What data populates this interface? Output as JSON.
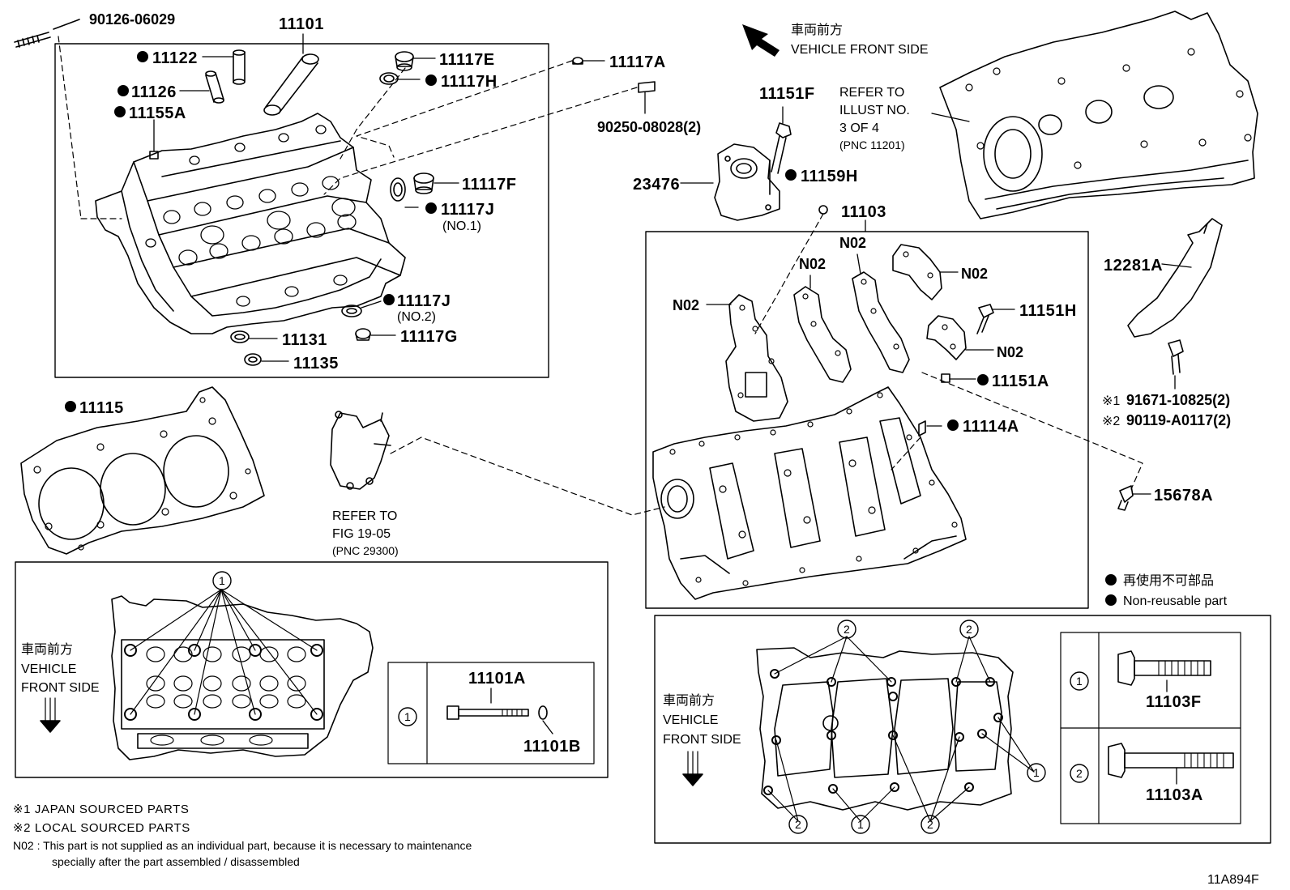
{
  "figure_id": "11A894F",
  "front_side": {
    "jp": "車両前方",
    "en": "VEHICLE FRONT SIDE",
    "en_line1": "VEHICLE",
    "en_line2": "FRONT SIDE"
  },
  "legend": {
    "jp": "再使用不可部品",
    "en": "Non-reusable part"
  },
  "parts": {
    "p90126": "90126-06029",
    "p11101": "11101",
    "p11122": "11122",
    "p11126": "11126",
    "p11155A": "11155A",
    "p11117E": "11117E",
    "p11117H": "11117H",
    "p11117A": "11117A",
    "p90250": "90250-08028(2)",
    "p11117F": "11117F",
    "p11117J_1": "11117J",
    "no1": "(NO.1)",
    "p11117J_2": "11117J",
    "no2": "(NO.2)",
    "p11117G": "11117G",
    "p11131": "11131",
    "p11135": "11135",
    "p11115": "11115",
    "p11151F": "11151F",
    "p23476": "23476",
    "p11159H": "11159H",
    "p11103": "11103",
    "n02": "N02",
    "p11151H": "11151H",
    "p11151A": "11151A",
    "p11114A": "11114A",
    "p12281A": "12281A",
    "p91671": "91671-10825(2)",
    "p90119": "90119-A0117(2)",
    "p15678A": "15678A",
    "p11101A": "11101A",
    "p11101B": "11101B",
    "p11103F": "11103F",
    "p11103A": "11103A"
  },
  "marks": {
    "m1": "※1",
    "m2": "※2"
  },
  "refs": {
    "ref_illust": [
      "REFER TO",
      "ILLUST NO.",
      "3 OF 4",
      "(PNC 11201)"
    ],
    "ref_fig": [
      "REFER TO",
      "FIG 19-05",
      "(PNC 29300)"
    ]
  },
  "callouts": {
    "c1": "1",
    "c2": "2"
  },
  "notes": {
    "n1": "※1 JAPAN SOURCED PARTS",
    "n2": "※2 LOCAL SOURCED PARTS",
    "n02a": "N02 : This part is not supplied as an individual part, because it is necessary to maintenance",
    "n02b": "specially after the part assembled / disassembled"
  }
}
